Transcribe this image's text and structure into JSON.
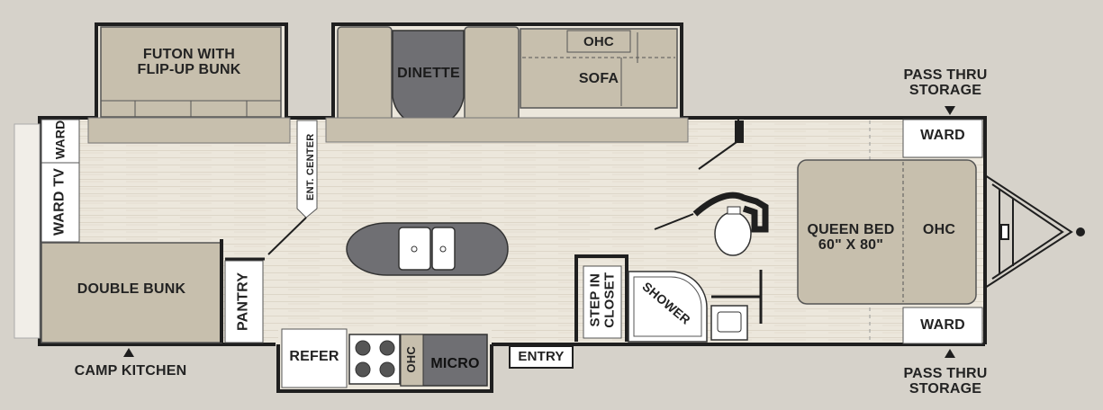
{
  "labels": {
    "futon": "FUTON WITH\nFLIP-UP BUNK",
    "dinette": "DINETTE",
    "ohc_top": "OHC",
    "sofa": "SOFA",
    "pass_thru_top": "PASS THRU\nSTORAGE",
    "ward_top_right": "WARD",
    "ward_left": "WARD",
    "ward_tv": "WARD TV",
    "ent_center": "ENT. CENTER",
    "queen_bed": "QUEEN BED\n60\" X 80\"",
    "ohc_bed": "OHC",
    "double_bunk": "DOUBLE BUNK",
    "pantry": "PANTRY",
    "step_in_closet": "STEP IN\nCLOSET",
    "shower": "SHOWER",
    "ward_bottom_right": "WARD",
    "refer": "REFER",
    "ohc_kitchen": "OHC",
    "micro": "MICRO",
    "entry": "ENTRY",
    "camp_kitchen": "CAMP KITCHEN",
    "pass_thru_bottom": "PASS THRU\nSTORAGE"
  },
  "colors": {
    "wall": "#1f1f1f",
    "floor": "#ece7dc",
    "furniture": "#c7bfad",
    "furniture_dark": "#6f6f73",
    "background": "#d6d2ca",
    "white_panel": "#ffffff"
  }
}
